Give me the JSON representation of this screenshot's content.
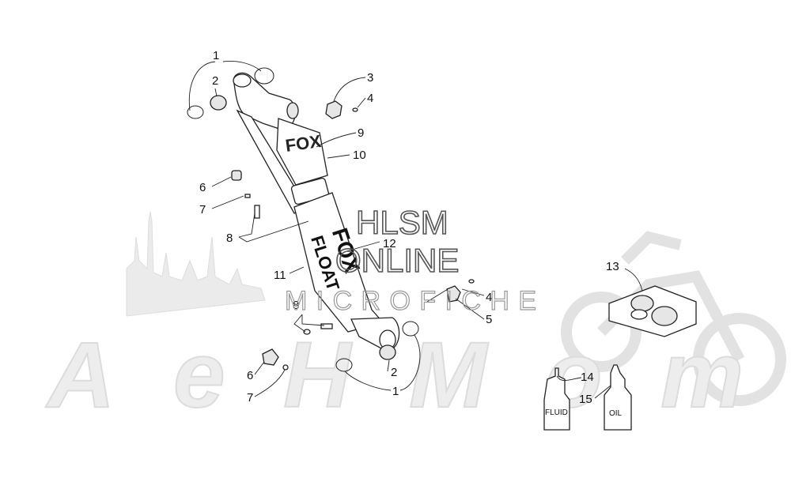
{
  "watermark": {
    "line1": "HLSM",
    "line2": "ONLINE",
    "line3": "MICROFICHE",
    "brand": "AeHMom"
  },
  "shock_branding": {
    "top": "FOX",
    "body": "FOX",
    "body_sub": "FLOAT"
  },
  "bottles": {
    "fluid_label": "FLUID",
    "oil_label": "OIL"
  },
  "callouts": [
    {
      "id": "c1a",
      "text": "1"
    },
    {
      "id": "c2a",
      "text": "2"
    },
    {
      "id": "c3",
      "text": "3"
    },
    {
      "id": "c4a",
      "text": "4"
    },
    {
      "id": "c9",
      "text": "9"
    },
    {
      "id": "c10",
      "text": "10"
    },
    {
      "id": "c6a",
      "text": "6"
    },
    {
      "id": "c7a",
      "text": "7"
    },
    {
      "id": "c8a",
      "text": "8"
    },
    {
      "id": "c12",
      "text": "12"
    },
    {
      "id": "c11",
      "text": "11"
    },
    {
      "id": "c13",
      "text": "13"
    },
    {
      "id": "c8b",
      "text": "8"
    },
    {
      "id": "c4b",
      "text": "4"
    },
    {
      "id": "c5",
      "text": "5"
    },
    {
      "id": "c6b",
      "text": "6"
    },
    {
      "id": "c2b",
      "text": "2"
    },
    {
      "id": "c7b",
      "text": "7"
    },
    {
      "id": "c1b",
      "text": "1"
    },
    {
      "id": "c14",
      "text": "14"
    },
    {
      "id": "c15",
      "text": "15"
    }
  ]
}
